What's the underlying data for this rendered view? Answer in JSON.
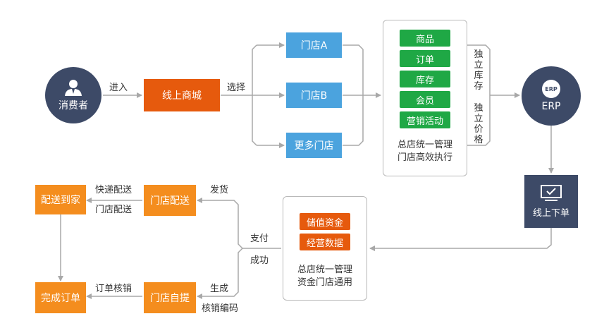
{
  "colors": {
    "navy": "#3d4a67",
    "orange_dark": "#e65a0d",
    "blue": "#4ba3de",
    "green": "#1fa845",
    "orange": "#f48d1e",
    "line": "#a8a8a8"
  },
  "nodes": {
    "consumer": "消费者",
    "online_mall": "线上商城",
    "store_a": "门店A",
    "store_b": "门店B",
    "more_stores": "更多门店",
    "erp_badge": "ERP",
    "erp": "ERP",
    "online_order": "线上下单",
    "home_delivery": "配送到家",
    "store_delivery": "门店配送",
    "complete_order": "完成订单",
    "store_pickup": "门店自提"
  },
  "hq_panel": {
    "items": [
      "商品",
      "订单",
      "库存",
      "会员",
      "营销活动"
    ],
    "caption": [
      "总店统一管理",
      "门店高效执行"
    ]
  },
  "fund_panel": {
    "items": [
      "储值资金",
      "经营数据"
    ],
    "caption": [
      "总店统一管理",
      "资金门店通用"
    ]
  },
  "edge_labels": {
    "enter": "进入",
    "select": "选择",
    "independent_stock": "独立库存",
    "independent_price": "独立价格",
    "pay": "支付",
    "success": "成功",
    "ship": "发货",
    "generate": "生成",
    "verify_code": "核销编码",
    "express_delivery": "快递配送",
    "store_delivery": "门店配送",
    "order_verify": "订单核销"
  },
  "icons": {
    "consumer": "user-icon",
    "erp": "erp-badge-icon",
    "online_order": "monitor-check-icon"
  }
}
